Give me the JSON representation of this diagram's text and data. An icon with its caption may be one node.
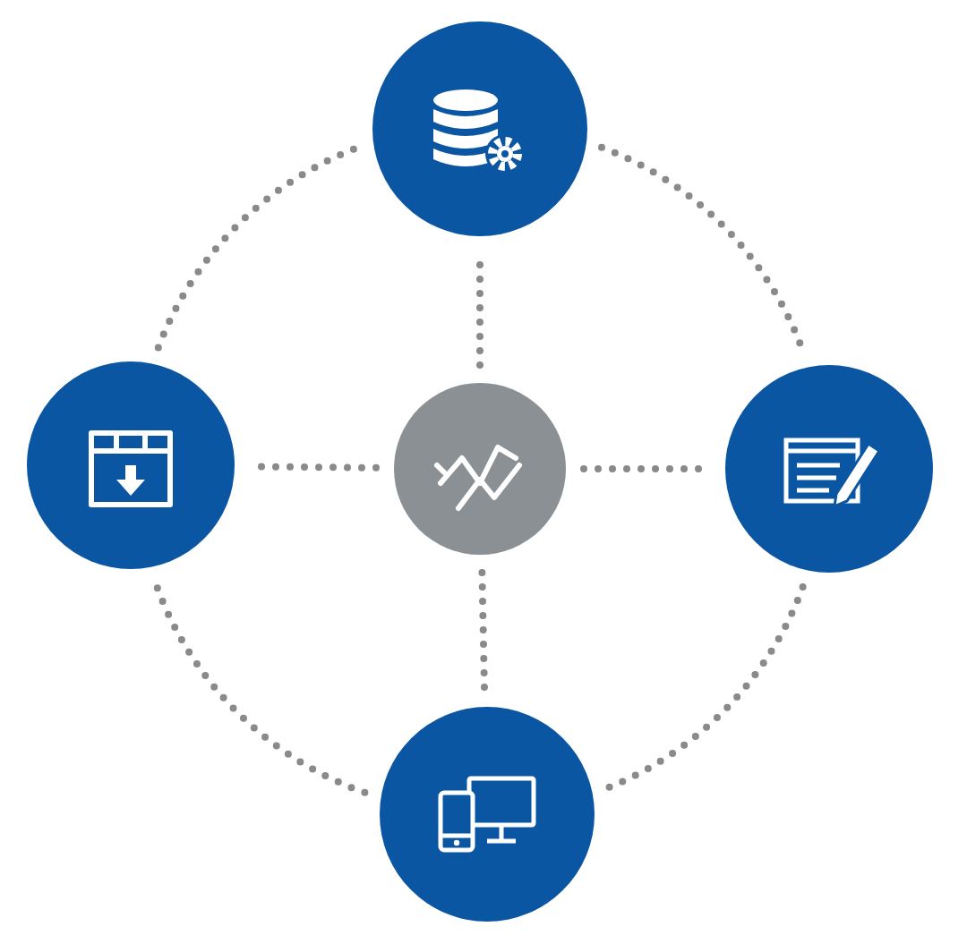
{
  "diagram": {
    "nodes": [
      {
        "text": [],
        "shape": "circle"
      },
      {
        "text": [],
        "shape": "circle"
      },
      {
        "text": [],
        "shape": "circle"
      },
      {
        "text": [],
        "shape": "circle"
      },
      {
        "text": [],
        "shape": "circle"
      }
    ],
    "edges": [
      {
        "from": 2,
        "to": 0,
        "arrow": "none",
        "style": "dashed"
      },
      {
        "from": 2,
        "to": 1,
        "arrow": "none",
        "style": "dashed"
      },
      {
        "from": 2,
        "to": 3,
        "arrow": "none",
        "style": "dashed"
      },
      {
        "from": 2,
        "to": 4,
        "arrow": "none",
        "style": "dashed"
      },
      {
        "from": 0,
        "to": 3,
        "arrow": "none",
        "style": "dashed"
      },
      {
        "from": 3,
        "to": 4,
        "arrow": "none",
        "style": "dashed"
      },
      {
        "from": 4,
        "to": 1,
        "arrow": "none",
        "style": "dashed"
      },
      {
        "from": 1,
        "to": 0,
        "arrow": "none",
        "style": "dashed"
      }
    ]
  }
}
